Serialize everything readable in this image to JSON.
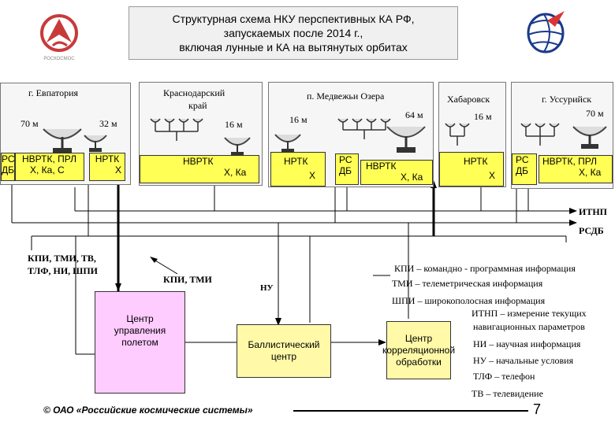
{
  "title": {
    "line1": "Структурная схема НКУ перспективных КА РФ,",
    "line2": "запускаемых после 2014 г.,",
    "line3": "включая лунные и КА на вытянутых орбитах"
  },
  "logo_left": {
    "caption": "РОСКОСМОС"
  },
  "stations": {
    "evpatoria": {
      "name": "г. Евпатория",
      "ant1": "70 м",
      "ant2": "32 м",
      "box1_l1": "РС",
      "box1_l2": "ДБ",
      "box1_l3": "НВРТК, ПРЛ",
      "box1_l4": "Х, Ка, С",
      "box2_l1": "НРТК",
      "box2_l2": "Х"
    },
    "krasnodar": {
      "name_l1": "Краснодарский",
      "name_l2": "край",
      "ant": "16 м",
      "box_l1": "НВРТК",
      "box_l2": "Х, Ка"
    },
    "medvezhi": {
      "name": "п. Медвежьи Озера",
      "ant1": "16 м",
      "ant2": "64 м",
      "box1_l1": "НРТК",
      "box1_l2": "Х",
      "box2_l1": "РС",
      "box2_l2": "ДБ",
      "box3_l1": "НВРТК",
      "box3_l2": "Х, Ка"
    },
    "khabarovsk": {
      "name": "Хабаровск",
      "ant": "16 м",
      "box_l1": "НРТК",
      "box_l2": "Х"
    },
    "ussuriysk": {
      "name": "г. Уссурийск",
      "ant": "70 м",
      "box1_l1": "РС",
      "box1_l2": "ДБ",
      "box2_l1": "НВРТК, ПРЛ",
      "box2_l2": "Х, Ка"
    }
  },
  "bus_labels": {
    "itnp": "ИТНП",
    "rsdb": "РСДБ"
  },
  "link_labels": {
    "left_l1": "КПИ, ТМИ, ТВ,",
    "left_l2": "ТЛФ, НИ, ШПИ",
    "mid": "КПИ, ТМИ",
    "nu": "НУ"
  },
  "centers": {
    "mcc": {
      "l1": "Центр",
      "l2": "управления",
      "l3": "полетом"
    },
    "ballistic": {
      "l1": "Баллистический",
      "l2": "центр"
    },
    "correlation": {
      "l1": "Центр",
      "l2": "корреляционной",
      "l3": "обработки"
    }
  },
  "legend": [
    "КПИ – командно - программная информация",
    "ТМИ – телеметрическая информация",
    "ШПИ – широкополосная информация",
    "ИТНП – измерение  текущих",
    "навигационных параметров",
    "НИ – научная информация",
    "НУ – начальные  условия",
    "ТЛФ – телефон",
    "ТВ – телевидение"
  ],
  "footer": {
    "company": "© ОАО «Российские космические системы»",
    "page": "7"
  },
  "colors": {
    "box_yellow": "#ffff55",
    "center_fill": "#ffccff",
    "center_yellow": "#fff9a8",
    "title_bg": "#f0f0f0"
  }
}
